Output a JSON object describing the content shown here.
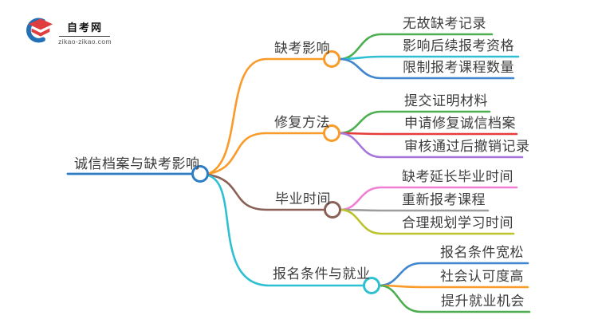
{
  "logo": {
    "title": "自考网",
    "domain": "zikao-zikao.com",
    "icon_blue": "#2270b5",
    "icon_red": "#e03e3e"
  },
  "mindmap": {
    "root": {
      "label": "诚信档案与缺考影响",
      "color": "#2d7dc5"
    },
    "branches": [
      {
        "label": "缺考影响",
        "color": "#f99b28",
        "children": [
          {
            "label": "无故缺考记录",
            "color": "#4cae4f"
          },
          {
            "label": "影响后续报考资格",
            "color": "#2ec0d2"
          },
          {
            "label": "限制报考课程数量",
            "color": "#3f86cf"
          }
        ]
      },
      {
        "label": "修复方法",
        "color": "#f99b28",
        "children": [
          {
            "label": "提交证明材料",
            "color": "#4cae4f"
          },
          {
            "label": "申请修复诚信档案",
            "color": "#e43d3a"
          },
          {
            "label": "审核通过后撤销记录",
            "color": "#a776dd"
          }
        ]
      },
      {
        "label": "毕业时间",
        "color": "#8b6157",
        "children": [
          {
            "label": "缺考延长毕业时间",
            "color": "#ef7fd3"
          },
          {
            "label": "重新报考课程",
            "color": "#9d9d9d"
          },
          {
            "label": "合理规划学习时间",
            "color": "#bdc32b"
          }
        ]
      },
      {
        "label": "报名条件与就业",
        "color": "#2ec0d2",
        "children": [
          {
            "label": "报名条件宽松",
            "color": "#3f86cf"
          },
          {
            "label": "社会认可度高",
            "color": "#f99b28"
          },
          {
            "label": "提升就业机会",
            "color": "#4cae4f"
          }
        ]
      }
    ]
  }
}
